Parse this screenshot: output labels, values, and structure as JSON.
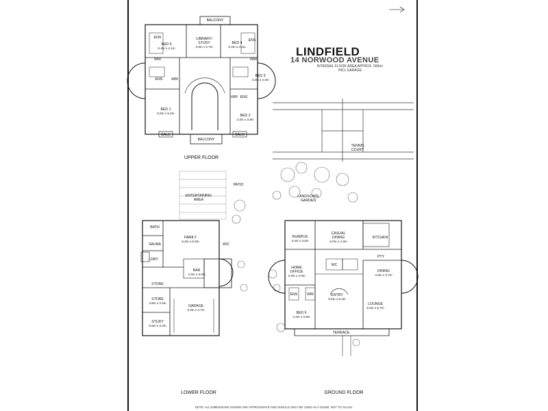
{
  "title": {
    "suburb": "LINDFIELD",
    "address": "14 NORWOOD AVENUE",
    "area_line": "INTERNAL FLOOR AREA APPROX. 500m²",
    "garage_line": "INCL GARAGE"
  },
  "floors": {
    "upper": "UPPER FLOOR",
    "lower": "LOWER FLOOR",
    "ground": "GROUND FLOOR"
  },
  "upper_rooms": {
    "balcony_top": "BALCONY",
    "bed5": "BED 5",
    "bed5_dim": "5.4m x 4.1m",
    "library": "LIBRARY/",
    "study": "STUDY",
    "library_dim": "4.9m x 2.7m",
    "bed4": "BED 4",
    "bed4_dim": "5.4m x 4.1m",
    "ens_a": "ENS",
    "wir_a": "WIR",
    "ens_b": "ENS",
    "wir_b": "WIR",
    "bed3": "BED 3",
    "bed3_dim": "4.3m x 4.4m",
    "wir_c": "WIR",
    "ens_c": "ENS",
    "bed1": "BED 1",
    "bed1_dim": "5.5m x 5.2m",
    "bed2": "BED 2",
    "bed2_dim": "4.3m x 3.8m",
    "wir_d": "WIR",
    "ens_d": "ENS",
    "balc_left": "BALC",
    "balcony_bottom": "BALCONY",
    "balc_right": "BALC"
  },
  "site": {
    "tennis": "TENNIS",
    "court": "COURT",
    "landscape": "LANDSCAPE",
    "garden": "GARDEN",
    "patio": "PATIO",
    "entertaining": "ENTERTAINING",
    "area": "AREA"
  },
  "lower_rooms": {
    "bath": "BATH",
    "sauna": "SAUNA",
    "ldry": "LDRY",
    "family": "FAMILY",
    "family_dim": "6.2m x 6.6m",
    "wc": "W/C",
    "bar": "BAR",
    "bar_dim": "4.4m x 3.0m",
    "store_a": "STORE",
    "store_b": "STORE",
    "store_b_dim": "4.8m x 4.4m",
    "study": "STUDY",
    "study_dim": "6.5m x 4.2m",
    "garage": "GARAGE",
    "garage_dim": "6.3m x 4.7m"
  },
  "ground_rooms": {
    "rumpus": "RUMPUS",
    "rumpus_dim": "4.4m x 3.0m",
    "casual": "CASUAL",
    "dining_c": "DINING",
    "casual_dim": "6.0m x 4.3m",
    "kitchen": "KITCHEN",
    "pty": "PTY",
    "home": "HOME",
    "office": "OFFICE",
    "office_dim": "4.3m x 4.0m",
    "wc": "WC",
    "ens": "ENS",
    "wir": "WIR",
    "dining": "DINING",
    "dining_dim": "4.5m x 3.7m",
    "entry": "ENTRY",
    "entry_dim": "6.5m x 5.4m",
    "bed6": "BED 6",
    "bed6_dim": "4.3m x 3.8m",
    "lounge": "LOUNGE",
    "lounge_dim": "8.4m x 5.7m",
    "terrace": "TERRACE"
  },
  "note": "NOTE: ALL DIMENSIONS SHOWN ARE APPROXIMATE AND SHOULD ONLY BE USED AS A GUIDE. NOT TO SCALE."
}
